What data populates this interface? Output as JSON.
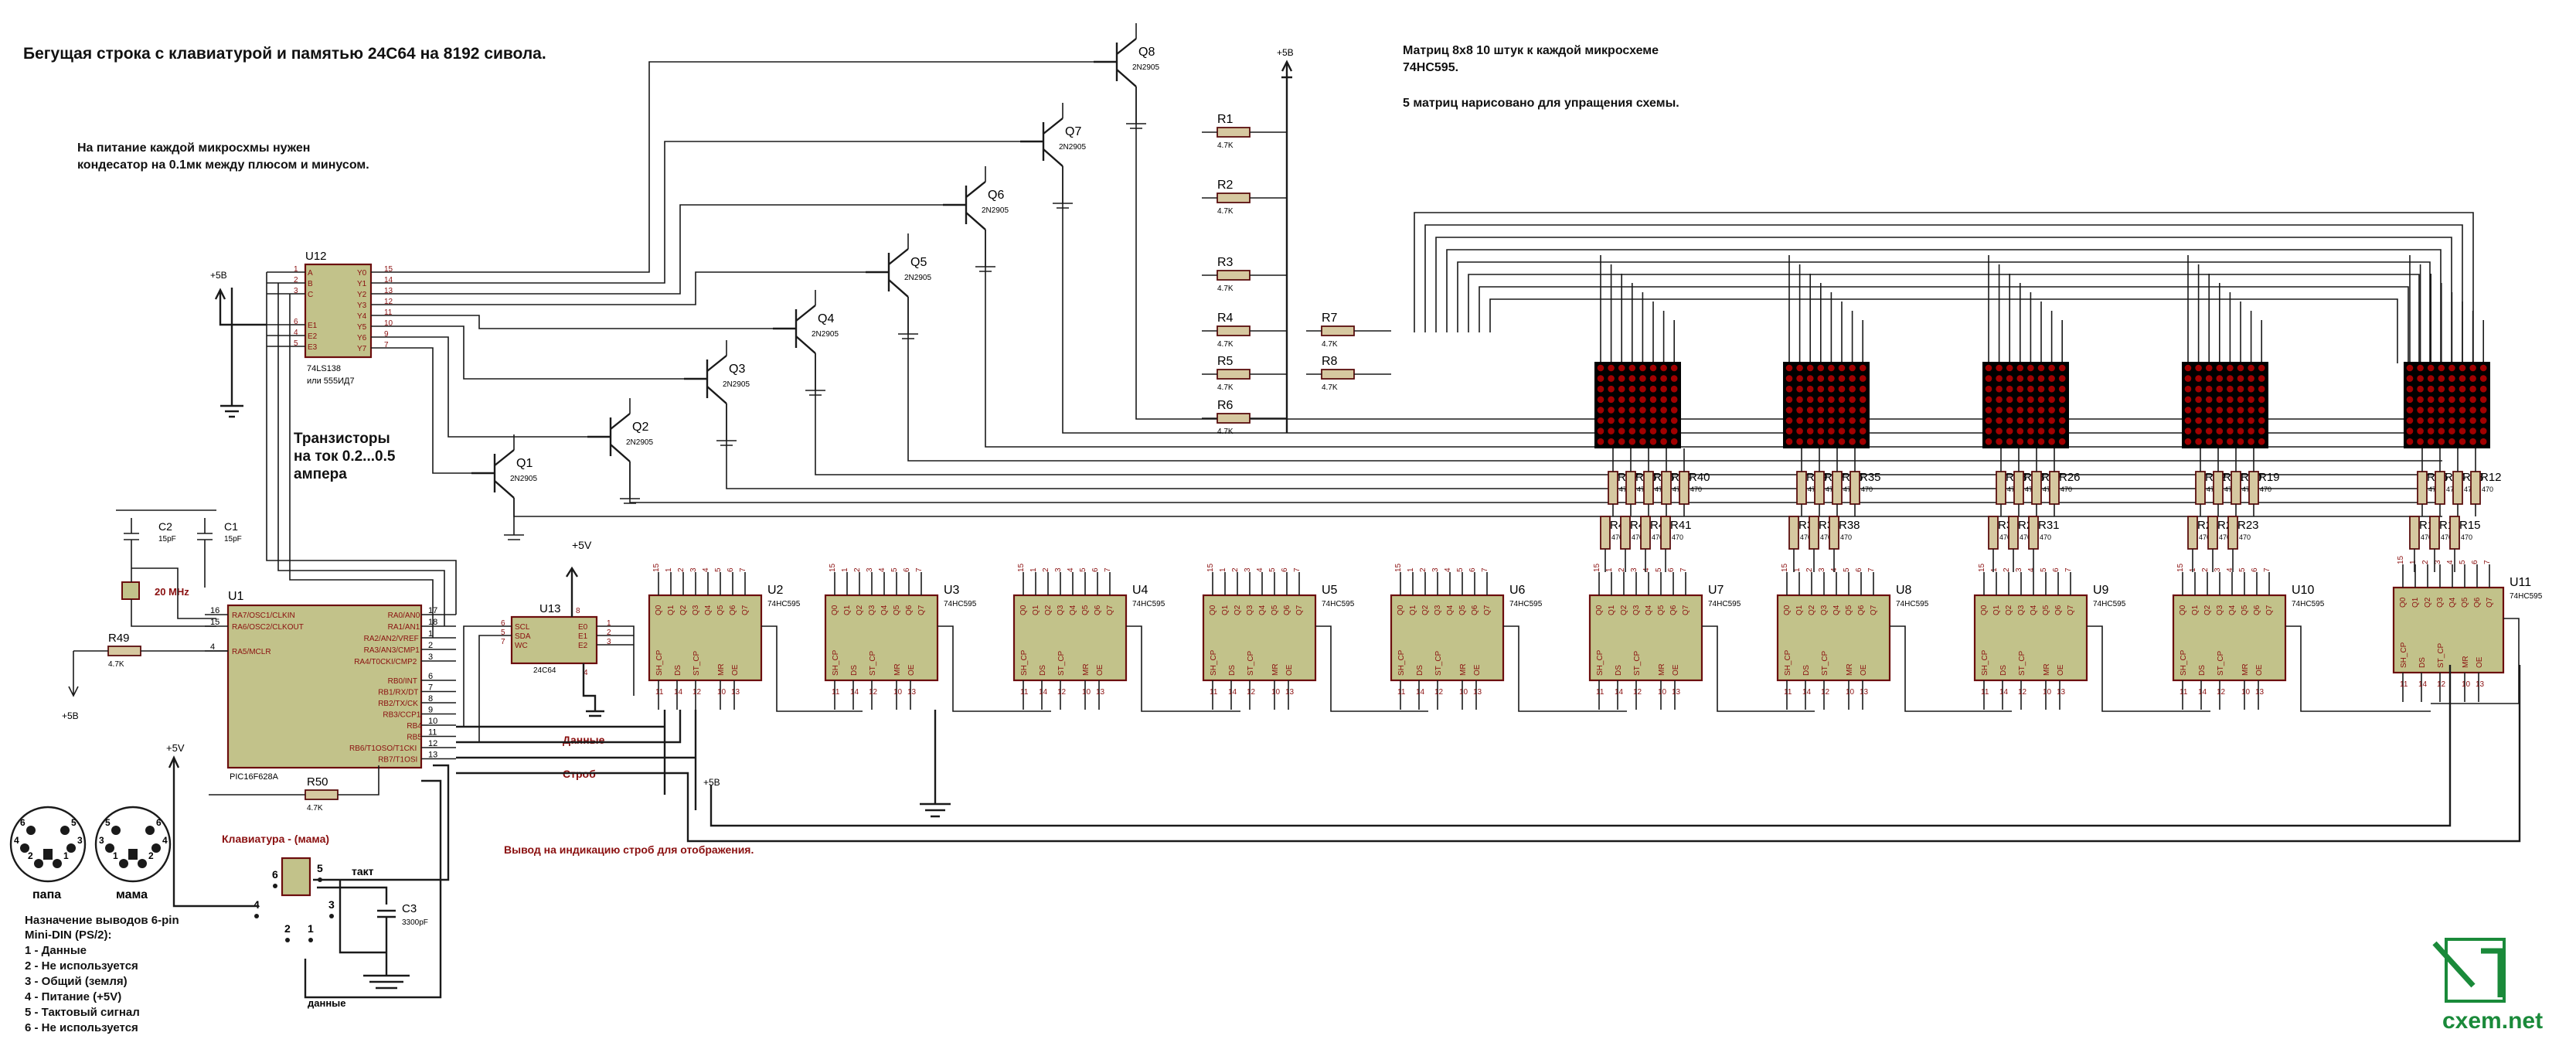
{
  "texts": {
    "title": "Бегущая строка с клавиатурой и памятью 24С64 на 8192 сивола.",
    "cap_note_1": "На питание каждой микросхмы нужен",
    "cap_note_2": "кондесатор на 0.1мк между плюсом и минусом.",
    "matrix_note_1": "Матриц 8х8 10 штук к каждой микросхеме",
    "matrix_note_2": "74HC595.",
    "matrix_note_3": "5 матриц нарисовано для упращения схемы.",
    "transistor_note_1": "Транзисторы",
    "transistor_note_2": "на ток 0.2...0.5",
    "transistor_note_3": "ампера",
    "data_label": "Данные",
    "strobe_label": "Строб",
    "strobe_out_label": "Вывод на индикацию строб для отображения.",
    "keyboard_label": "Клавиатура - (мама)",
    "takt_label": "такт",
    "dannye_label": "данные",
    "papa": "папа",
    "mama": "мама",
    "pin_title_1": "Назначение выводов 6-pin",
    "pin_title_2": "Mini-DIN (PS/2):",
    "pin_1": "1 - Данные",
    "pin_2": "2 - Не используется",
    "pin_3": "3 - Общий (земля)",
    "pin_4": "4 - Питание (+5V)",
    "pin_5": "5 - Тактовый сигнал",
    "pin_6": "6 - Не используется",
    "logo": "cxem.net",
    "plus5b": "+5В",
    "plus5v": "+5V",
    "mhz": "20 MHz"
  },
  "u12": {
    "ref": "U12",
    "part": "74LS138",
    "alt": "или 555ИД7",
    "left_pins": [
      "A",
      "B",
      "C",
      "E1",
      "E2",
      "E3"
    ],
    "right_pins": [
      "Y0",
      "Y1",
      "Y2",
      "Y3",
      "Y4",
      "Y5",
      "Y6",
      "Y7"
    ],
    "left_nums": [
      "1",
      "2",
      "3",
      "6",
      "4",
      "5"
    ],
    "right_nums": [
      "15",
      "14",
      "13",
      "12",
      "11",
      "10",
      "9",
      "7"
    ]
  },
  "u1": {
    "ref": "U1",
    "part": "PIC16F628A",
    "left_pins": [
      "RA7/OSC1/CLKIN",
      "RA6/OSC2/CLKOUT",
      "RA5/MCLR"
    ],
    "left_nums": [
      "16",
      "15",
      "4"
    ],
    "right_pins": [
      "RA0/AN0",
      "RA1/AN1",
      "RA2/AN2/VREF",
      "RA3/AN3/CMP1",
      "RA4/T0CKI/CMP2",
      "RB0/INT",
      "RB1/RX/DT",
      "RB2/TX/CK",
      "RB3/CCP1",
      "RB4",
      "RB5",
      "RB6/T1OSO/T1CKI",
      "RB7/T1OSI"
    ],
    "right_nums": [
      "17",
      "18",
      "1",
      "2",
      "3",
      "6",
      "7",
      "8",
      "9",
      "10",
      "11",
      "12",
      "13"
    ]
  },
  "u13": {
    "ref": "U13",
    "part": "24C64",
    "left_pins": [
      "SCL",
      "SDA",
      "WC"
    ],
    "left_nums": [
      "6",
      "5",
      "7"
    ],
    "right_pins": [
      "E0",
      "E1",
      "E2"
    ],
    "right_nums": [
      "1",
      "2",
      "3"
    ],
    "top_num": "8",
    "bottom_num": "4"
  },
  "shift_regs": [
    {
      "ref": "U2",
      "part": "74HC595"
    },
    {
      "ref": "U3",
      "part": "74HC595"
    },
    {
      "ref": "U4",
      "part": "74HC595"
    },
    {
      "ref": "U5",
      "part": "74HC595"
    },
    {
      "ref": "U6",
      "part": "74HC595"
    },
    {
      "ref": "U7",
      "part": "74HC595"
    },
    {
      "ref": "U8",
      "part": "74HC595"
    },
    {
      "ref": "U9",
      "part": "74HC595"
    },
    {
      "ref": "U10",
      "part": "74HC595"
    },
    {
      "ref": "U11",
      "part": "74HC595"
    }
  ],
  "sr_pins": {
    "bottom": [
      "SH_CP",
      "DS",
      "ST_CP",
      "MR",
      "OE"
    ],
    "bottom_nums": [
      "11",
      "14",
      "12",
      "10",
      "13"
    ],
    "top": [
      "Q0",
      "Q1",
      "Q2",
      "Q3",
      "Q4",
      "Q5",
      "Q6",
      "Q7"
    ],
    "top_nums": [
      "15",
      "1",
      "2",
      "3",
      "4",
      "5",
      "6",
      "7"
    ]
  },
  "transistors": [
    {
      "ref": "Q1",
      "part": "2N2905"
    },
    {
      "ref": "Q2",
      "part": "2N2905"
    },
    {
      "ref": "Q3",
      "part": "2N2905"
    },
    {
      "ref": "Q4",
      "part": "2N2905"
    },
    {
      "ref": "Q5",
      "part": "2N2905"
    },
    {
      "ref": "Q6",
      "part": "2N2905"
    },
    {
      "ref": "Q7",
      "part": "2N2905"
    },
    {
      "ref": "Q8",
      "part": "2N2905"
    }
  ],
  "base_resistors": [
    {
      "ref": "R1",
      "value": "4.7K"
    },
    {
      "ref": "R2",
      "value": "4.7K"
    },
    {
      "ref": "R3",
      "value": "4.7K"
    },
    {
      "ref": "R4",
      "value": "4.7K"
    },
    {
      "ref": "R5",
      "value": "4.7K"
    },
    {
      "ref": "R6",
      "value": "4.7K"
    },
    {
      "ref": "R7",
      "value": "4.7K"
    },
    {
      "ref": "R8",
      "value": "4.7K"
    }
  ],
  "misc": {
    "c1": {
      "ref": "C1",
      "value": "15pF"
    },
    "c2": {
      "ref": "C2",
      "value": "15pF"
    },
    "c3": {
      "ref": "C3",
      "value": "3300pF"
    },
    "r49": {
      "ref": "R49",
      "value": "4.7K"
    },
    "r50": {
      "ref": "R50",
      "value": "4.7K"
    }
  },
  "matrix_groups": [
    {
      "upper": [
        "R47",
        "R46",
        "R45",
        "R44",
        "R40"
      ],
      "lower": [
        "R44",
        "R43",
        "R42",
        "R41"
      ],
      "value": "470"
    },
    {
      "upper": [
        "R39",
        "R37",
        "R36",
        "R35"
      ],
      "lower": [
        "R39",
        "R34",
        "R38"
      ],
      "value": "470"
    },
    {
      "upper": [
        "R48",
        "R28",
        "R27",
        "R26"
      ],
      "lower": [
        "R30",
        "R29",
        "R31"
      ],
      "value": "470"
    },
    {
      "upper": [
        "R22",
        "R21",
        "R20",
        "R19"
      ],
      "lower": [
        "R24",
        "R25",
        "R23"
      ],
      "value": "470"
    },
    {
      "upper": [
        "R16",
        "R14",
        "R13",
        "R12"
      ],
      "lower": [
        "R17",
        "R18",
        "R15"
      ],
      "value": "470"
    }
  ],
  "ps2_pins": {
    "papa": [
      "6",
      "5",
      "4",
      "3",
      "2",
      "1"
    ],
    "mama": [
      "5",
      "6",
      "3",
      "4",
      "1",
      "2"
    ],
    "kb": [
      "6",
      "5",
      "4",
      "3",
      "2",
      "1"
    ]
  },
  "colors": {
    "chip": "#c2c28a",
    "chip_border": "#6b0d0d",
    "led": "#a20000",
    "wire": "#1a1a1a",
    "logo": "#1a8a3a"
  }
}
